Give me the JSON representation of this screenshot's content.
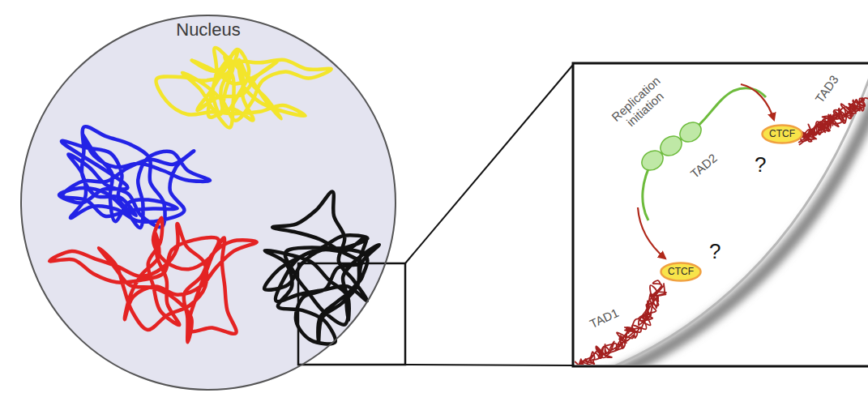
{
  "diagram": {
    "nodes": [
      {
        "text": [
          "Nucleus"
        ]
      },
      {
        "text": [
          "CTCF"
        ]
      },
      {
        "text": [
          "CTCF"
        ]
      }
    ],
    "labels": [
      "Replication initiation",
      "TAD2",
      "TAD3",
      "?",
      "?",
      "TAD1"
    ]
  }
}
